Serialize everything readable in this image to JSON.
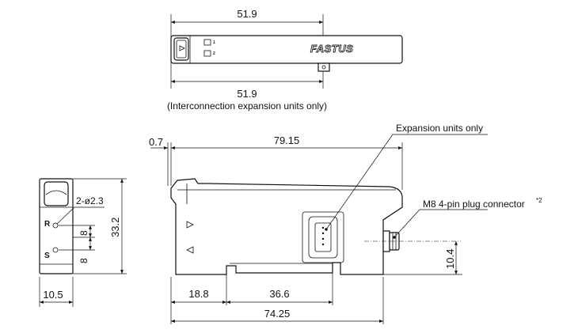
{
  "top_view": {
    "width_label": "51.9",
    "expansion_width_label": "51.9",
    "expansion_note": "(Interconnection expansion units only)",
    "logo": "FASTUS",
    "port_1": "1",
    "port_2": "2"
  },
  "side_view": {
    "offset_label": "0.7",
    "length_label": "79.15",
    "expansion_callout": "Expansion units only",
    "connector_callout": "M8 4-pin plug connector",
    "connector_note_mark": "*2",
    "connector_height_label": "10.4",
    "base_left_label": "18.8",
    "base_mid_label": "36.6",
    "base_total_label": "74.25"
  },
  "front_view": {
    "hole_label": "2-ø2.3",
    "height_label": "33.2",
    "pitch_upper_label": "8",
    "pitch_lower_label": "8",
    "width_label": "10.5",
    "mark_r": "R",
    "mark_s": "S"
  }
}
